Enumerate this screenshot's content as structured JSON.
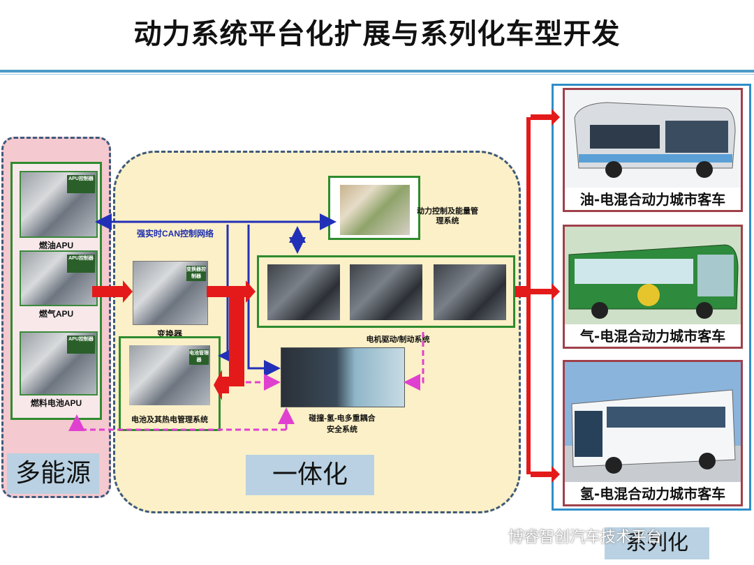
{
  "title": "动力系统平台化扩展与系列化车型开发",
  "left_panel": {
    "items": [
      {
        "label": "燃油APU",
        "tag": "APU控制器"
      },
      {
        "label": "燃气APU",
        "tag": "APU控制器"
      },
      {
        "label": "燃料电池APU",
        "tag": "APU控制器"
      }
    ],
    "group_label": "多能源"
  },
  "center_panel": {
    "can_label": "强实时CAN控制网络",
    "energy_mgmt_label": "动力控制及能量管理系统",
    "converter_label": "变换器",
    "converter_tag": "变换器控制器",
    "motor_label": "电机驱动/制动系统",
    "battery_label": "电池及其热电管理系统",
    "battery_tag": "电池管理器",
    "safety_label_line1": "碰撞-氢-电多重耦合",
    "safety_label_line2": "安全系统",
    "group_label": "一体化"
  },
  "right_panel": {
    "buses": [
      {
        "caption": "油-电混合动力城市客车"
      },
      {
        "caption": "气-电混合动力城市客车"
      },
      {
        "caption": "氢-电混合动力城市客车"
      }
    ],
    "group_label": "系列化"
  },
  "watermark": "博睿智创汽车技术平台",
  "colors": {
    "left_bg": "#f4c9cf",
    "center_bg": "#fbf0c7",
    "frame_green": "#2e8b2e",
    "arrow_red": "#e41a1a",
    "arrow_blue": "#2230b8",
    "arrow_magenta": "#e040d0",
    "label_blue": "#b9d1e2",
    "rule_blue": "#4b9bc7"
  }
}
